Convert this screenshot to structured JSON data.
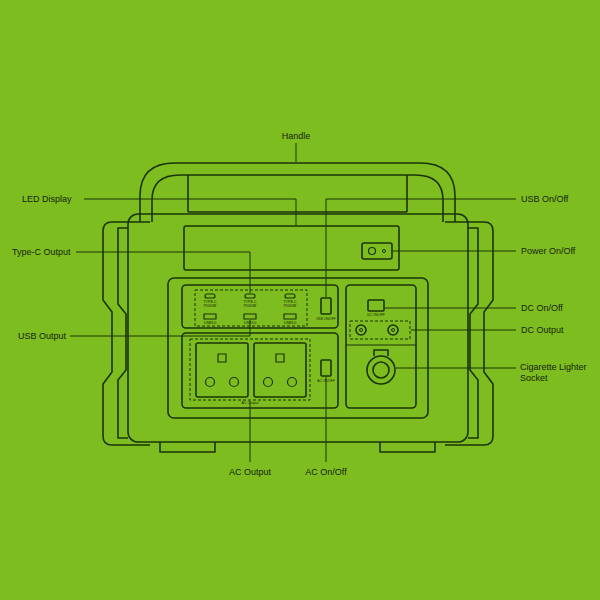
{
  "diagram": {
    "labels": [
      "Handle",
      "LED Display",
      "Type-C Output",
      "USB Output",
      "AC Output",
      "AC On/Off",
      "USB On/Off",
      "Power On/Off",
      "DC On/Off",
      "DC Output",
      "Cigarette Lighter Socket",
      "TYPE-C PD60W",
      "TYPE-C PD60W",
      "TYPE-C PD60W",
      "USB3.0",
      "USB3.0",
      "USB3.0",
      "USB ON/OFF",
      "AC ON/OFF",
      "DC ON/OFF",
      "AC Output"
    ]
  }
}
